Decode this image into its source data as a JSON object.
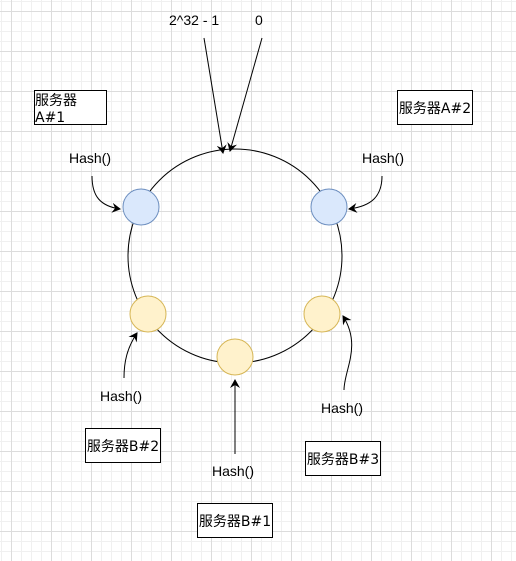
{
  "ring": {
    "top_left_label": "2^32 - 1",
    "top_right_label": "0"
  },
  "servers": {
    "a1": "服务器A#1",
    "a2": "服务器A#2",
    "b1": "服务器B#1",
    "b2": "服务器B#2",
    "b3": "服务器B#3"
  },
  "hash_labels": {
    "a1": "Hash()",
    "a2": "Hash()",
    "b1": "Hash()",
    "b2": "Hash()",
    "b3": "Hash()"
  },
  "colors": {
    "node_a_fill": "#dae8fc",
    "node_a_stroke": "#6c8ebf",
    "node_b_fill": "#fff2cc",
    "node_b_stroke": "#d6b656"
  }
}
